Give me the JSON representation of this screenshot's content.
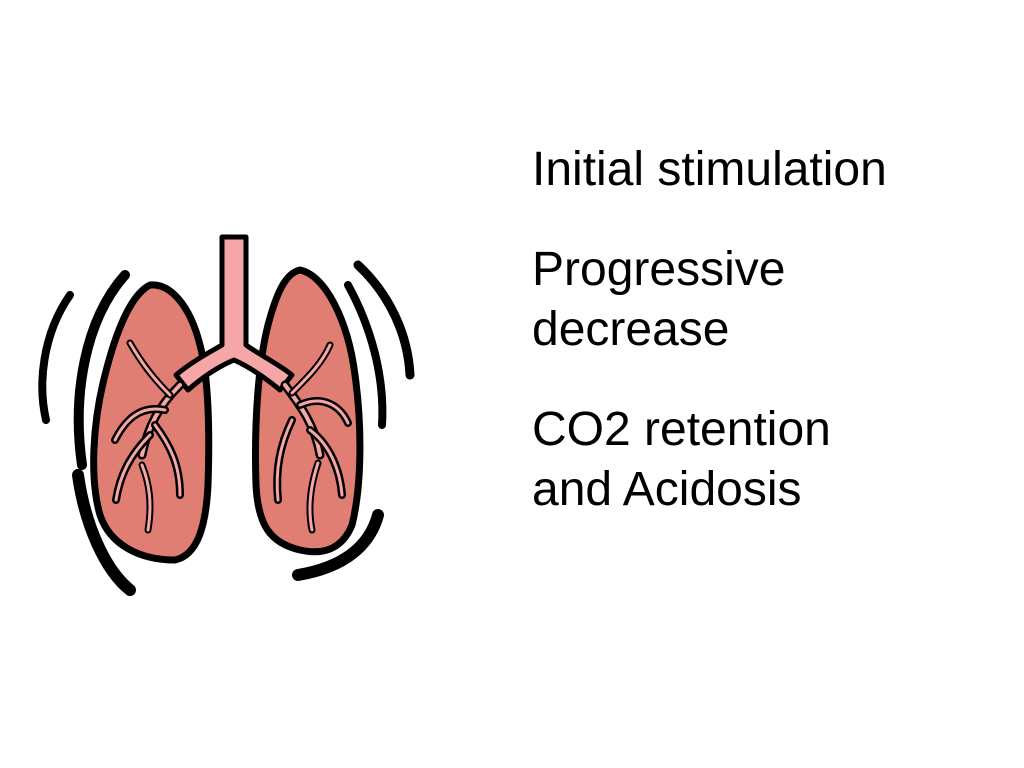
{
  "slide": {
    "illustration": {
      "icon": "lungs-icon",
      "colors": {
        "lung_fill": "#E07E73",
        "airway_fill": "#F5A6A6",
        "outline": "#000000"
      }
    },
    "items": [
      {
        "text": "Initial stimulation"
      },
      {
        "text": "Progressive\ndecrease"
      },
      {
        "text": "CO2 retention\nand Acidosis"
      }
    ]
  }
}
